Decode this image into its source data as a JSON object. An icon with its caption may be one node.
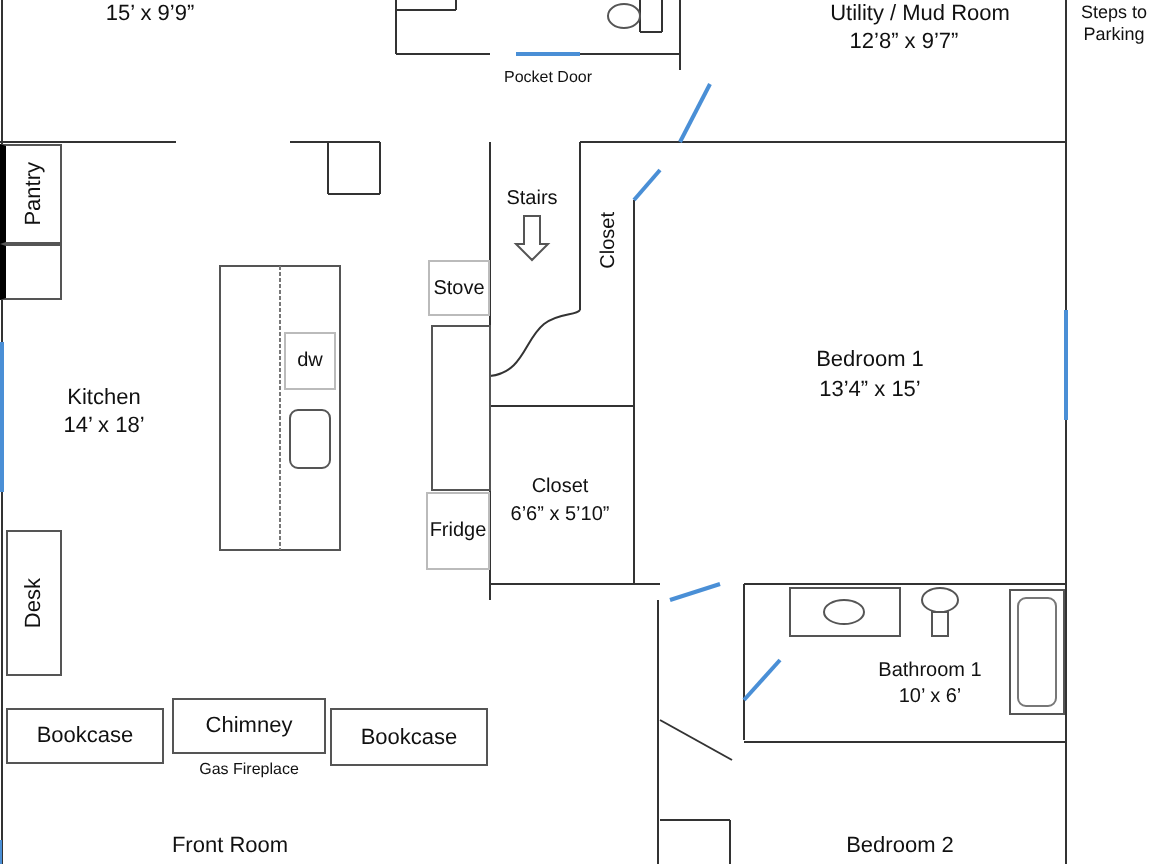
{
  "diagram": {
    "nodes": [
      {
        "text": [
          "Pantry"
        ]
      },
      {
        "text": [],
        "shape": "box"
      },
      {
        "text": [
          "dw"
        ]
      },
      {
        "text": [
          "Stove"
        ]
      },
      {
        "text": [
          "Fridge"
        ]
      },
      {
        "text": [
          "Desk"
        ]
      },
      {
        "text": [
          "Bookcase"
        ]
      },
      {
        "text": [
          "Chimney"
        ],
        "beside": [
          "Gas Fireplace"
        ]
      },
      {
        "text": [
          "Bookcase"
        ]
      }
    ],
    "labels": [
      "15’ x 9’9”",
      "Utility / Mud Room",
      "Steps to Parking",
      "12’8” x 9’7”",
      "Pocket Door",
      "Stairs",
      "Closet",
      "Bedroom 1",
      "13’4” x 15’",
      "Kitchen",
      "14’ x 18’",
      "Closet",
      "6’6” x 5’10”",
      "Bathroom 1",
      "10’ x 6’",
      "Front Room",
      "Bedroom 2"
    ]
  }
}
